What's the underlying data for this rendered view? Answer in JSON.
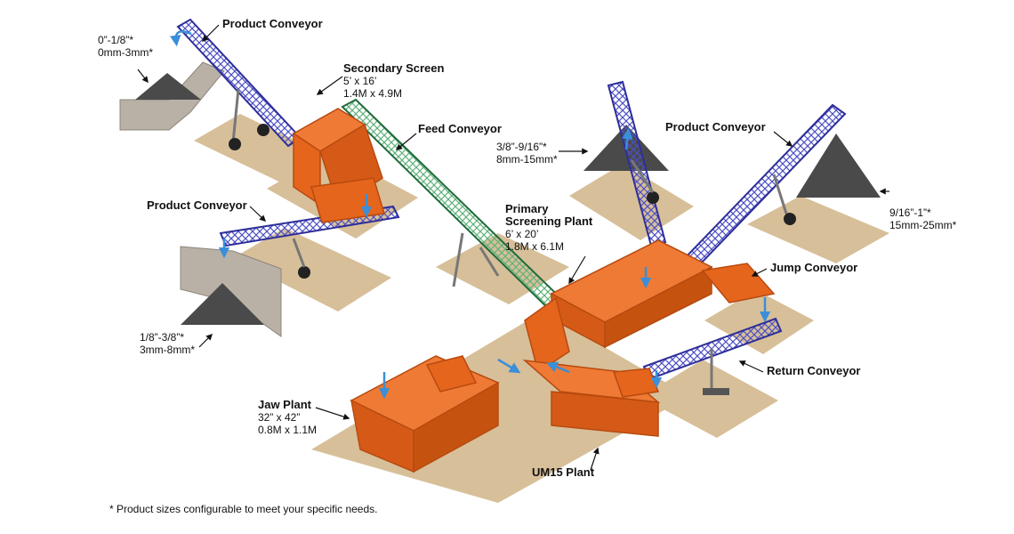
{
  "labels": {
    "product_conveyor_top": "Product Conveyor",
    "secondary_screen": {
      "title": "Secondary Screen",
      "size_in": "5’ x 16’",
      "size_m": "1.4M x 4.9M"
    },
    "feed_conveyor": "Feed Conveyor",
    "product_conveyor_left": "Product Conveyor",
    "product_conveyor_right": "Product Conveyor",
    "primary_screening": {
      "title_line1": "Primary",
      "title_line2": "Screening Plant",
      "size_in": "6’ x 20’",
      "size_m": "1.8M x 6.1M"
    },
    "jump_conveyor": "Jump Conveyor",
    "return_conveyor": "Return Conveyor",
    "jaw_plant": {
      "title": "Jaw Plant",
      "size_in": "32” x 42”",
      "size_m": "0.8M x 1.1M"
    },
    "um15_plant": "UM15 Plant"
  },
  "product_sizes": {
    "pile_top_left": {
      "in": "0”-1/8”*",
      "mm": "0mm-3mm*"
    },
    "pile_left": {
      "in": "1/8”-3/8”*",
      "mm": "3mm-8mm*"
    },
    "pile_center": {
      "in": "3/8”-9/16”*",
      "mm": "8mm-15mm*"
    },
    "pile_right": {
      "in": "9/16”-1”*",
      "mm": "15mm-25mm*"
    }
  },
  "footnote": "* Product sizes configurable to meet your specific needs.",
  "colors": {
    "pad": "#d7bf99",
    "plant_orange": "#e5651c",
    "plant_orange_dark": "#b84a10",
    "conveyor_blue": "#2e2f9a",
    "feed_green": "#2f8a52",
    "flow_arrow": "#3a8fd8",
    "pile": "#4a4a4a",
    "wall": "#b9b1a6"
  }
}
